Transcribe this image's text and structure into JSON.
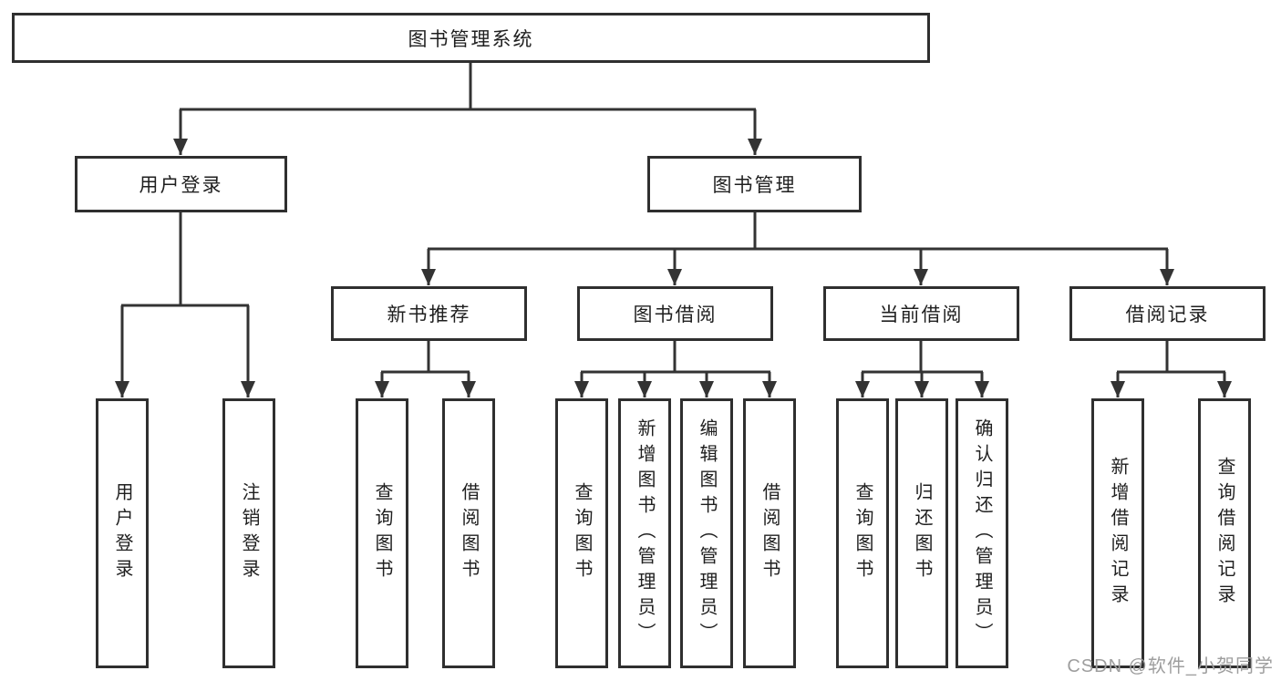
{
  "tree": {
    "root": {
      "label": "图书管理系统"
    },
    "branches": [
      {
        "label": "用户登录",
        "children": [
          {
            "label": "用户登录"
          },
          {
            "label": "注销登录"
          }
        ]
      },
      {
        "label": "图书管理",
        "children": [
          {
            "label": "新书推荐",
            "children": [
              {
                "label": "查询图书"
              },
              {
                "label": "借阅图书"
              }
            ]
          },
          {
            "label": "图书借阅",
            "children": [
              {
                "label": "查询图书"
              },
              {
                "label": "新增图书（管理员）"
              },
              {
                "label": "编辑图书（管理员）"
              },
              {
                "label": "借阅图书"
              }
            ]
          },
          {
            "label": "当前借阅",
            "children": [
              {
                "label": "查询图书"
              },
              {
                "label": "归还图书"
              },
              {
                "label": "确认归还（管理员）"
              }
            ]
          },
          {
            "label": "借阅记录",
            "children": [
              {
                "label": "新增借阅记录"
              },
              {
                "label": "查询借阅记录"
              }
            ]
          }
        ]
      }
    ]
  },
  "watermark": {
    "text": "CSDN @软件_小贺同学"
  },
  "colors": {
    "line": "#333333",
    "box_border": "#2f2f2f",
    "box_fill": "#ffffff",
    "text": "#1f1f1f",
    "watermark": "#9e9e9e",
    "background": "#ffffff"
  }
}
